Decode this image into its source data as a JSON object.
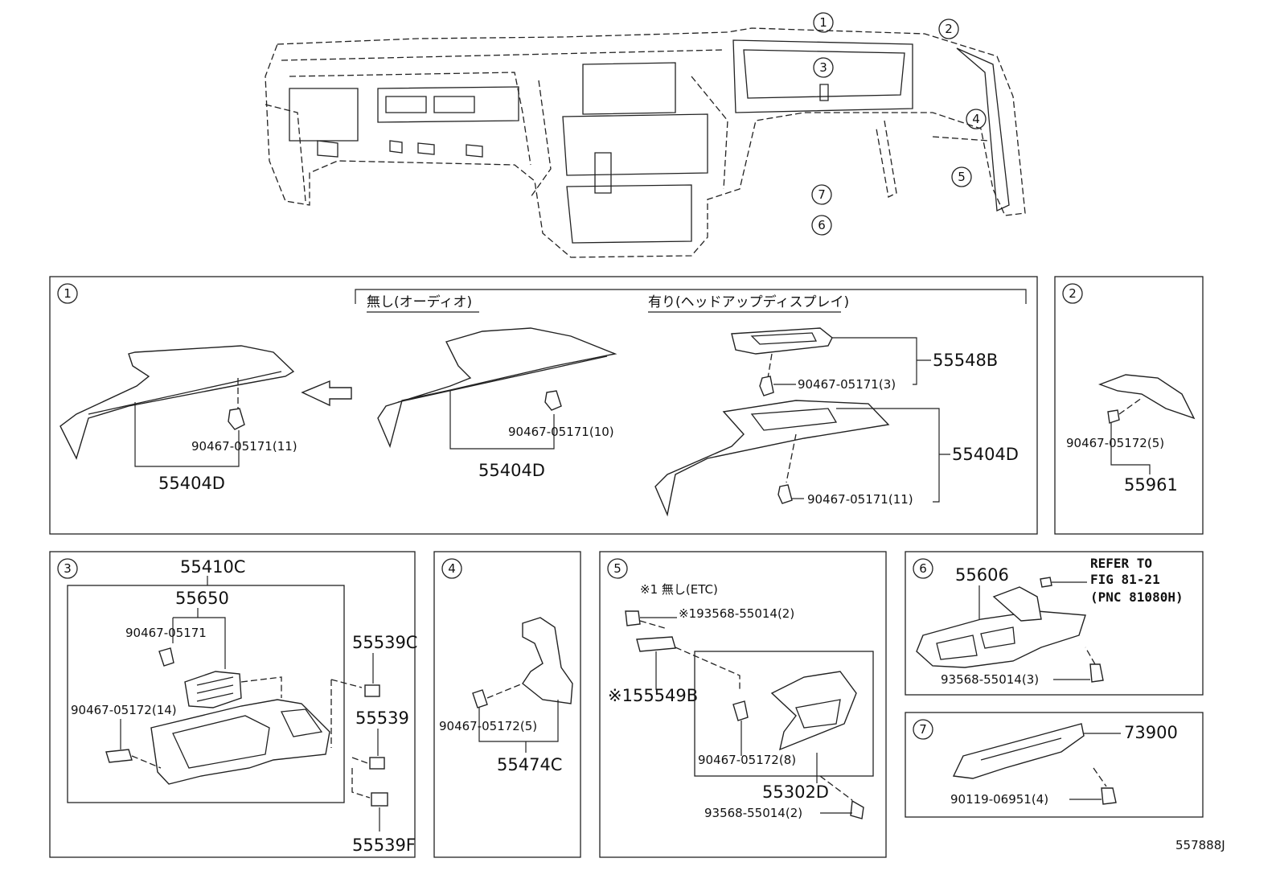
{
  "diagram_id": "557888J",
  "overview_callouts": [
    "1",
    "2",
    "3",
    "4",
    "5",
    "6",
    "7"
  ],
  "panel1": {
    "number": "1",
    "variant_without": "無し(オーディオ)",
    "variant_with": "有り(ヘッドアップディスプレイ)",
    "labels": {
      "clip_a": "90467-05171(11)",
      "part_a": "55404D",
      "clip_b": "90467-05171(10)",
      "part_b": "55404D",
      "part_c_top": "55548B",
      "clip_c_top": "90467-05171(3)",
      "part_c": "55404D",
      "clip_c": "90467-05171(11)"
    }
  },
  "panel2": {
    "number": "2",
    "clip": "90467-05172(5)",
    "part": "55961"
  },
  "panel3": {
    "number": "3",
    "assembly": "55410C",
    "vent": "55650",
    "clip_vent": "90467-05171",
    "clip_side": "90467-05172(14)",
    "part_c": "55539C",
    "part_mid": "55539",
    "part_f": "55539F"
  },
  "panel4": {
    "number": "4",
    "clip": "90467-05172(5)",
    "part": "55474C"
  },
  "panel5": {
    "number": "5",
    "note": "※1 無し(ETC)",
    "screw_note": "※193568-55014(2)",
    "part_cover": "※155549B",
    "clip": "90467-05172(8)",
    "part": "55302D",
    "screw": "93568-55014(2)"
  },
  "panel6": {
    "number": "6",
    "part": "55606",
    "refer_1": "REFER TO",
    "refer_2": "FIG 81-21",
    "refer_3": "(PNC 81080H)",
    "screw": "93568-55014(3)"
  },
  "panel7": {
    "number": "7",
    "part": "73900",
    "screw": "90119-06951(4)"
  }
}
